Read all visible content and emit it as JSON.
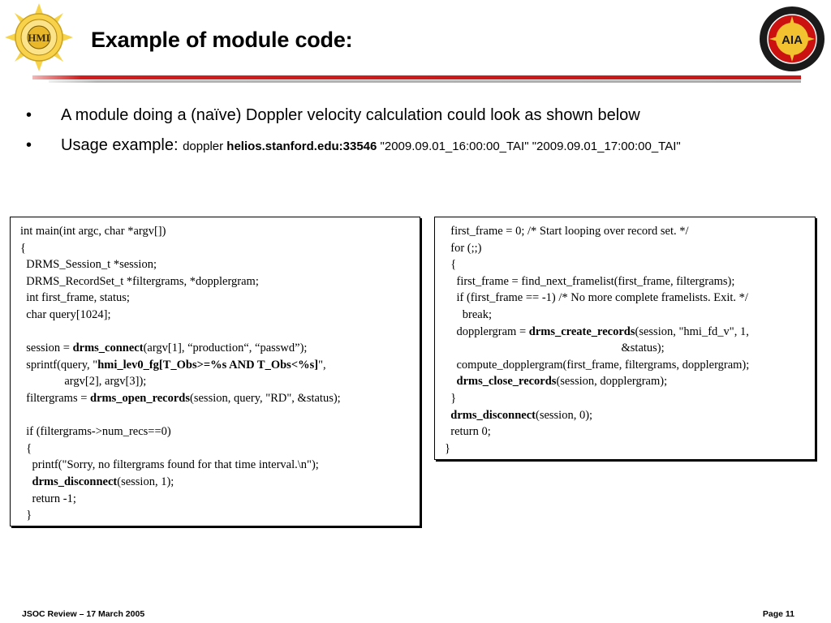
{
  "header": {
    "title": "Example of module code:",
    "left_logo": {
      "name": "hmi-logo",
      "text": "HMI"
    },
    "right_logo": {
      "name": "aia-logo",
      "text": "AIA"
    }
  },
  "bullets": {
    "b1": "A module doing a (naïve) Doppler velocity calculation could look as shown below",
    "b2": {
      "lead": "Usage example: ",
      "cmd": "doppler ",
      "host": "helios.stanford.edu:33546",
      "args": " \"2009.09.01_16:00:00_TAI\" \"2009.09.01_17:00:00_TAI\""
    },
    "bullet_symbol": "•"
  },
  "code_left": [
    {
      "t": "int main(int argc, char *argv[])"
    },
    {
      "t": "{"
    },
    {
      "t": "  DRMS_Session_t *session;"
    },
    {
      "t": "  DRMS_RecordSet_t *filtergrams, *dopplergram;"
    },
    {
      "t": "  int first_frame, status;"
    },
    {
      "t": "  char query[1024];"
    },
    {
      "t": ""
    },
    {
      "pre": "  session = ",
      "bold": "drms_connect",
      "post": "(argv[1], “production“, “passwd”);"
    },
    {
      "pre": "  sprintf(query, \"",
      "bold": "hmi_lev0_fg[T_Obs>=%s AND T_Obs<%s]",
      "post": "\","
    },
    {
      "t": "               argv[2], argv[3]);"
    },
    {
      "pre": "  filtergrams = ",
      "bold": "drms_open_records",
      "post": "(session, query, \"RD\", &status);"
    },
    {
      "t": ""
    },
    {
      "t": "  if (filtergrams->num_recs==0)"
    },
    {
      "t": "  {"
    },
    {
      "t": "    printf(\"Sorry, no filtergrams found for that time interval.\\n\");"
    },
    {
      "pre": "    ",
      "bold": "drms_disconnect",
      "post": "(session, 1);"
    },
    {
      "t": "    return -1;"
    },
    {
      "t": "  }"
    }
  ],
  "code_right": [
    {
      "t": "  first_frame = 0; /* Start looping over record set. */"
    },
    {
      "t": "  for (;;)"
    },
    {
      "t": "  {"
    },
    {
      "t": "    first_frame = find_next_framelist(first_frame, filtergrams);"
    },
    {
      "t": "    if (first_frame == -1) /* No more complete framelists. Exit. */"
    },
    {
      "t": "      break;"
    },
    {
      "pre": "    dopplergram = ",
      "bold": "drms_create_records",
      "post": "(session, \"hmi_fd_v\", 1,"
    },
    {
      "t": "                                                            &status);"
    },
    {
      "t": "    compute_dopplergram(first_frame, filtergrams, dopplergram);"
    },
    {
      "pre": "    ",
      "bold": "drms_close_records",
      "post": "(session, dopplergram);"
    },
    {
      "t": "  }"
    },
    {
      "pre": "  ",
      "bold": "drms_disconnect",
      "post": "(session, 0);"
    },
    {
      "t": "  return 0;"
    },
    {
      "t": "}"
    }
  ],
  "footer": {
    "left": "JSOC Review – 17 March 2005",
    "right": "Page 11"
  },
  "colors": {
    "rule_red": "#c81818",
    "rule_gray": "#aaaaaa",
    "hmi_gold": "#f4c430",
    "aia_red": "#cc1111"
  }
}
